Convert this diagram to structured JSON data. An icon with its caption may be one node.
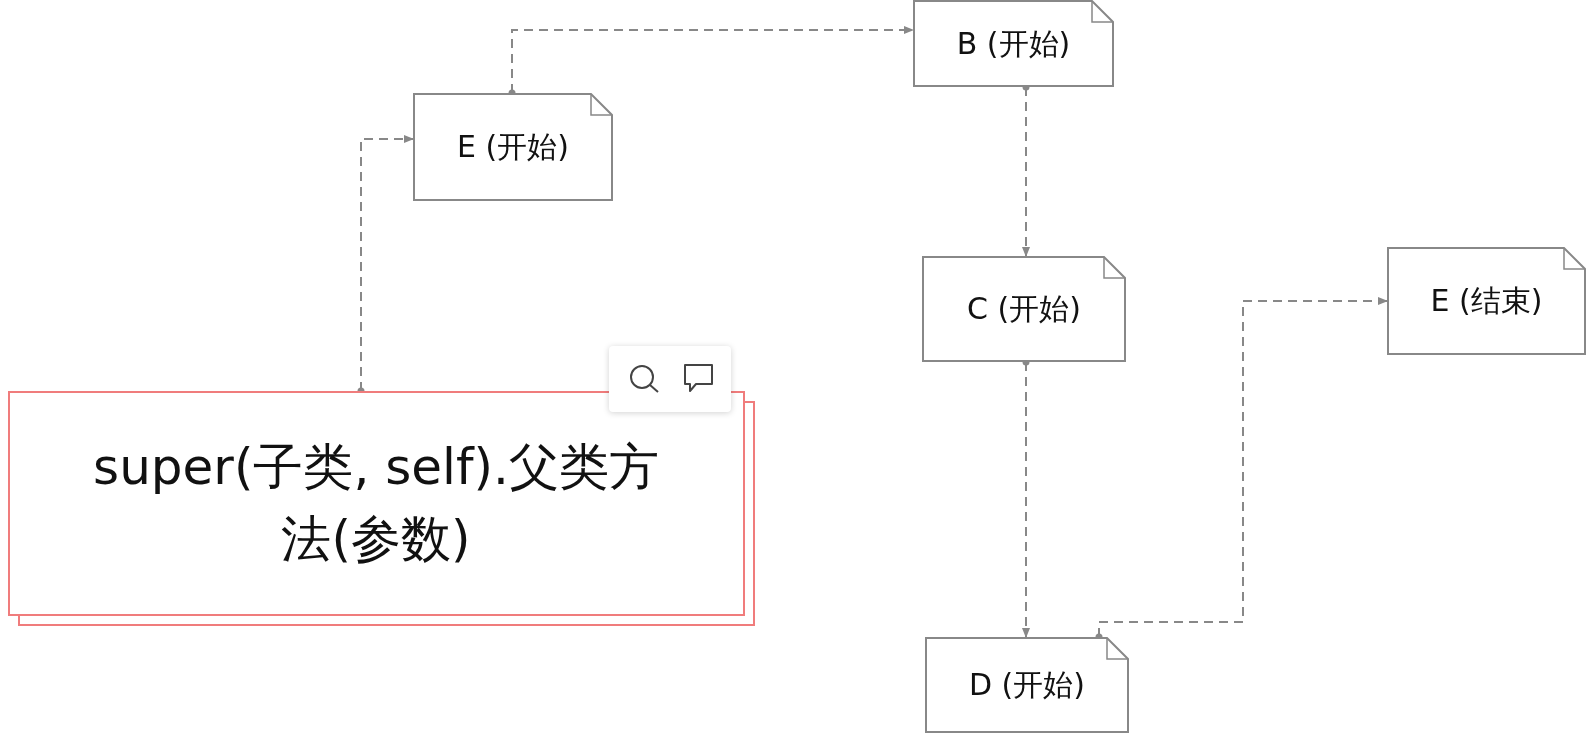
{
  "diagram": {
    "nodes": [
      {
        "text": [
          "super(子类, self).父类方法(参数)"
        ]
      },
      {
        "text": [
          "E (开始)"
        ]
      },
      {
        "text": [
          "B (开始)"
        ]
      },
      {
        "text": [
          "C (开始)"
        ]
      },
      {
        "text": [
          "D (开始)"
        ]
      },
      {
        "text": [
          "E (结束)"
        ]
      }
    ],
    "edges": [
      {
        "from": 0,
        "to": 1,
        "arrow": "to"
      },
      {
        "from": 1,
        "to": 2,
        "arrow": "to"
      },
      {
        "from": 2,
        "to": 3,
        "arrow": "to"
      },
      {
        "from": 3,
        "to": 4,
        "arrow": "to"
      },
      {
        "from": 4,
        "to": 5,
        "arrow": "to"
      }
    ]
  }
}
